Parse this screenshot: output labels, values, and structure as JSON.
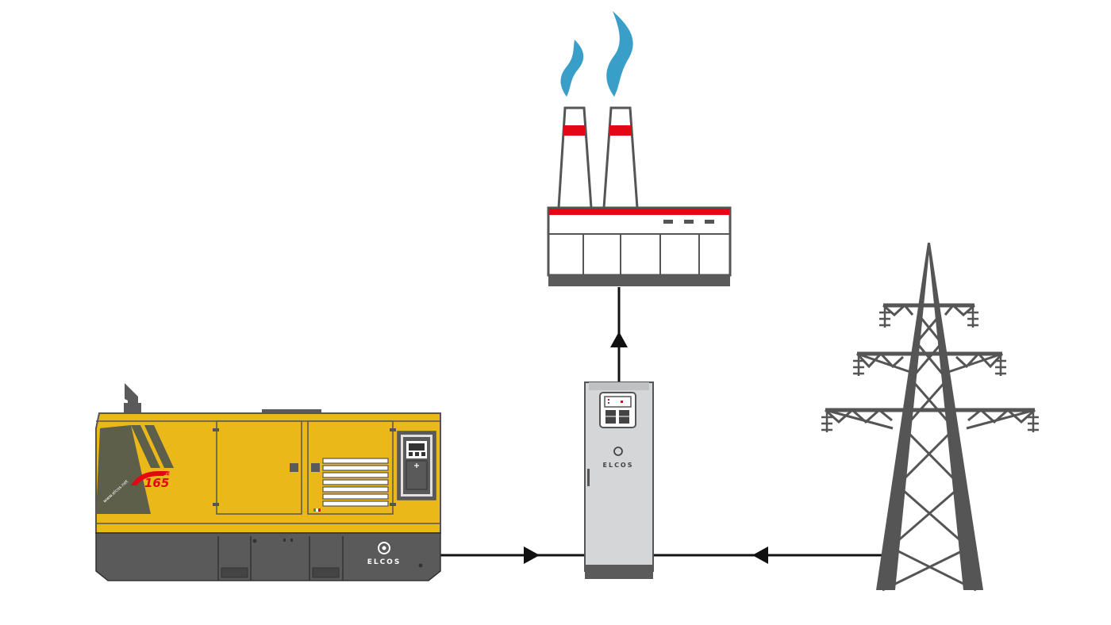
{
  "generator": {
    "brand": "ELCOS",
    "model": "165",
    "model_suffix": "GE",
    "website": "www.elcos.net",
    "colors": {
      "body": "#eab818",
      "base": "#5a5a5a",
      "stripes": "#5d5f4a",
      "accent": "#e30613"
    }
  },
  "ats_panel": {
    "brand": "ELCOS",
    "colors": {
      "cabinet": "#d4d6d8",
      "display": "#444444"
    }
  },
  "factory": {
    "colors": {
      "smoke": "#3a9fc8",
      "band": "#e30613",
      "base": "#5a5a5a"
    }
  },
  "pylon": {
    "colors": {
      "structure": "#555555"
    }
  },
  "connections": {
    "arrow_color": "#111111",
    "flows": [
      "generator-to-ats",
      "grid-to-ats",
      "ats-to-factory"
    ]
  }
}
